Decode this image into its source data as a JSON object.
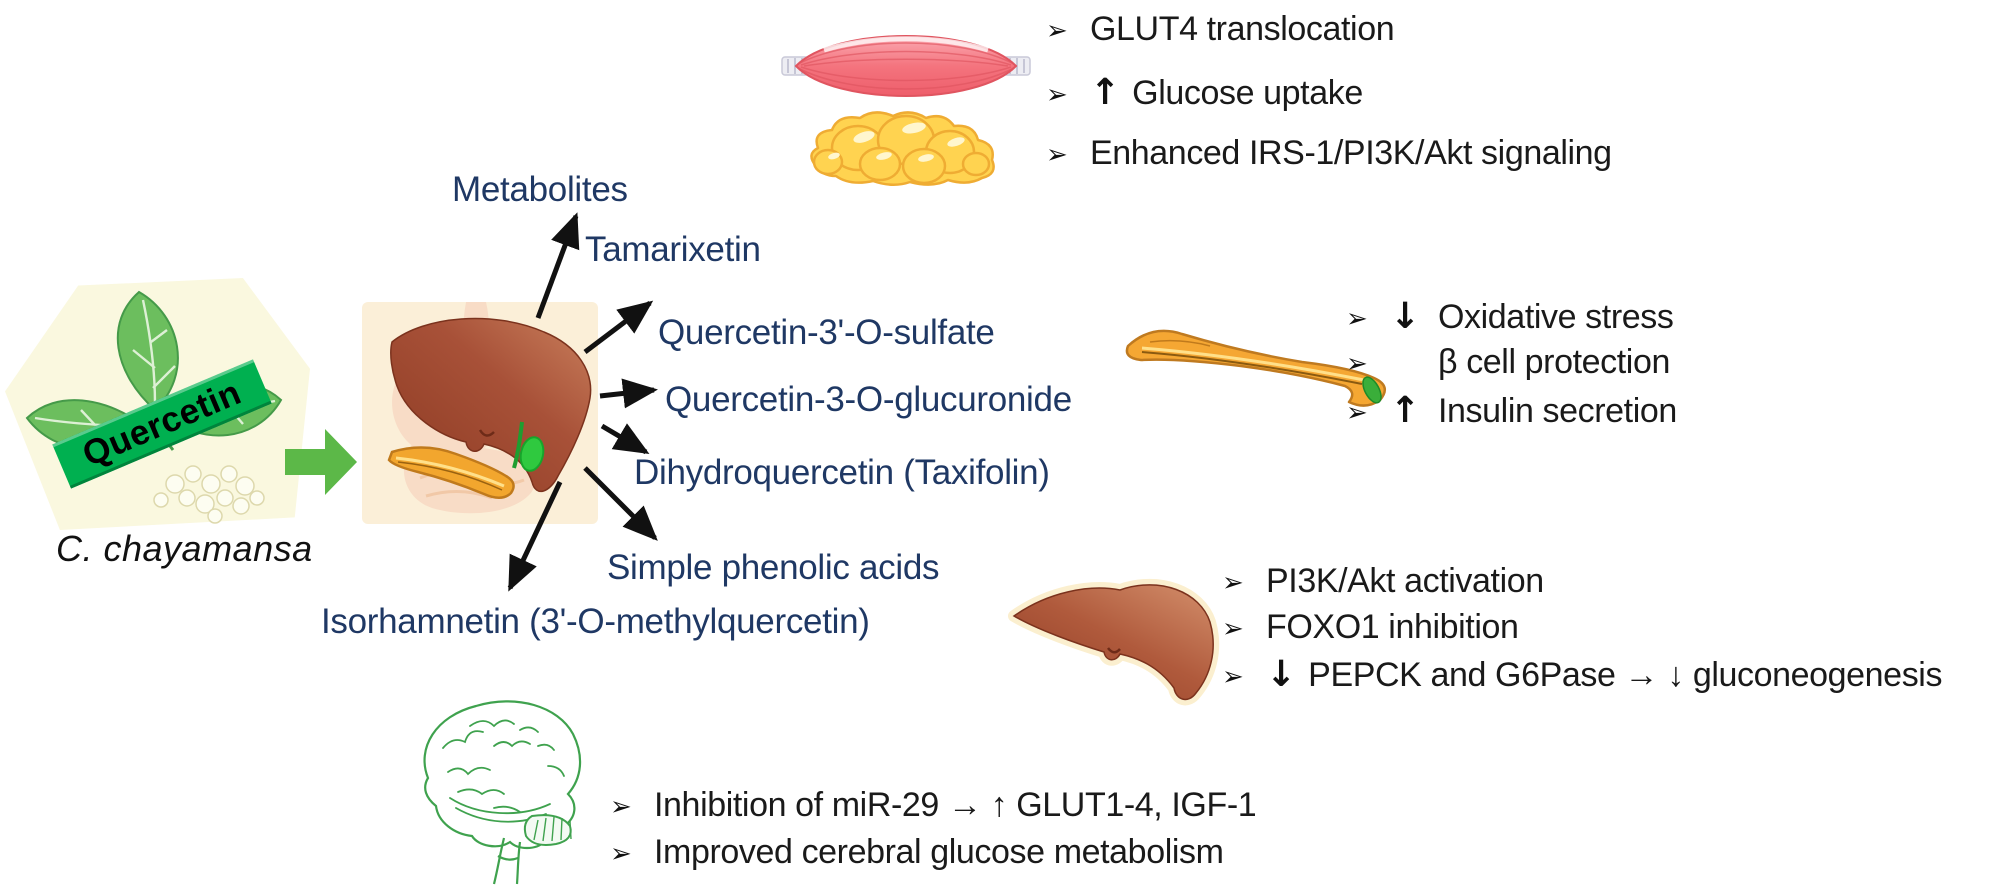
{
  "source": {
    "compound": "Quercetin",
    "species": "C. chayamansa"
  },
  "metabolites": {
    "heading": "Metabolites",
    "items": [
      "Tamarixetin",
      "Quercetin-3'-O-sulfate",
      "Quercetin-3-O-glucuronide",
      "Dihydroquercetin (Taxifolin)",
      "Simple phenolic acids",
      "Isorhamnetin (3'-O-methylquercetin)"
    ]
  },
  "icons": {
    "bullet": "➢",
    "flow_arrow": "right-block-arrow",
    "organ_icons": [
      "skeletal-muscle",
      "adipose-tissue",
      "pancreas",
      "liver",
      "brain",
      "digestive-system"
    ]
  },
  "effects": {
    "muscle_adipose": {
      "items": [
        {
          "a": "",
          "t": "GLUT4 translocation"
        },
        {
          "a": "↑",
          "t": "Glucose uptake"
        },
        {
          "a": "",
          "t": "Enhanced IRS-1/PI3K/Akt signaling"
        }
      ]
    },
    "pancreas": {
      "items": [
        {
          "a": "↓",
          "t": "Oxidative stress"
        },
        {
          "a": "",
          "t": "β cell protection"
        },
        {
          "a": "↑",
          "t": "Insulin secretion"
        }
      ]
    },
    "liver": {
      "items": [
        {
          "a": "",
          "t": "PI3K/Akt activation"
        },
        {
          "a": "",
          "t": "FOXO1 inhibition"
        },
        {
          "a": "↓",
          "t": "PEPCK and G6Pase → ↓ gluconeogenesis"
        }
      ]
    },
    "brain": {
      "items": [
        {
          "a": "",
          "t": "Inhibition of miR-29 → ↑ GLUT1-4, IGF-1"
        },
        {
          "a": "",
          "t": "Improved cerebral glucose metabolism"
        }
      ]
    }
  },
  "colors": {
    "blue": "#1F3864",
    "ink": "#1a1a1a",
    "banner": "#00B050",
    "flowgreen": "#5CB848",
    "panel": "#FBEFD8",
    "plantbg": "#FAF8DF",
    "brain": "#3FA24E"
  }
}
